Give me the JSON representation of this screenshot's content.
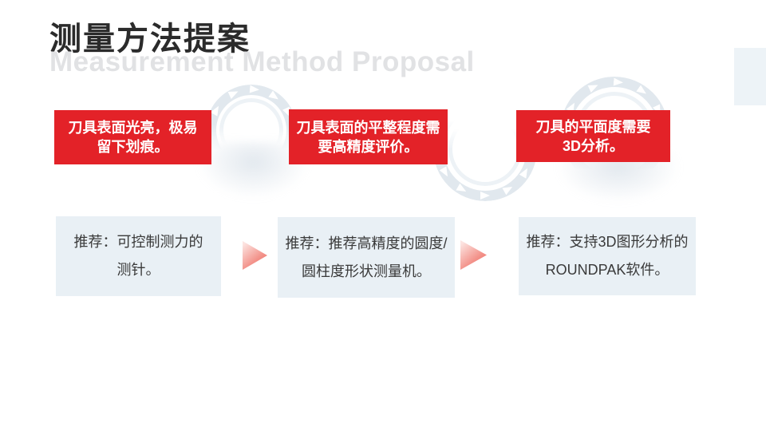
{
  "slide": {
    "title": "测量方法提案",
    "subtitle": "Measurement Method Proposal"
  },
  "steps": [
    {
      "problem_line1": "刀具表面光亮，极易",
      "problem_line2": "留下划痕。",
      "recommendation_line1": "推荐：可控制测力的",
      "recommendation_line2": "测针。"
    },
    {
      "problem_line1": "刀具表面的平整程度需",
      "problem_line2": "要高精度评价。",
      "recommendation_line1": "推荐：推荐高精度的圆度/",
      "recommendation_line2": "圆柱度形状测量机。"
    },
    {
      "problem_line1": "刀具的平面度需要",
      "problem_line2": "3D分析。",
      "recommendation_line1": "推荐：支持3D图形分析的",
      "recommendation_line2": "ROUNDPAK软件。"
    }
  ],
  "icons": {
    "flow_arrow": "right-pointing gradient triangle",
    "rotation_ring": "circular arrow path ring",
    "ring_marker": "small white right-pointing triangle"
  },
  "colors": {
    "accent_red": "#e32228",
    "light_box": "#e9f0f5",
    "ring_gray_blue": "#e1e8ee",
    "subtitle_gray": "#e1e2e4",
    "title_dark": "#2b2b2b",
    "side_accent": "#edf3f7"
  }
}
